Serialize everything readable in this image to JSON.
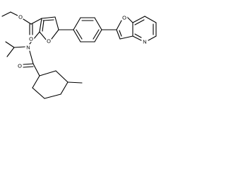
{
  "molecule": {
    "atoms": {
      "ester_carbonyl_o": "O",
      "ester_ether_o": "O",
      "furan_o": "O",
      "amine_n": "N",
      "amide_o": "O",
      "furopyridine_o": "O",
      "pyridine_n": "N"
    }
  },
  "colors": {
    "bond": "#000000",
    "background": "#ffffff"
  }
}
